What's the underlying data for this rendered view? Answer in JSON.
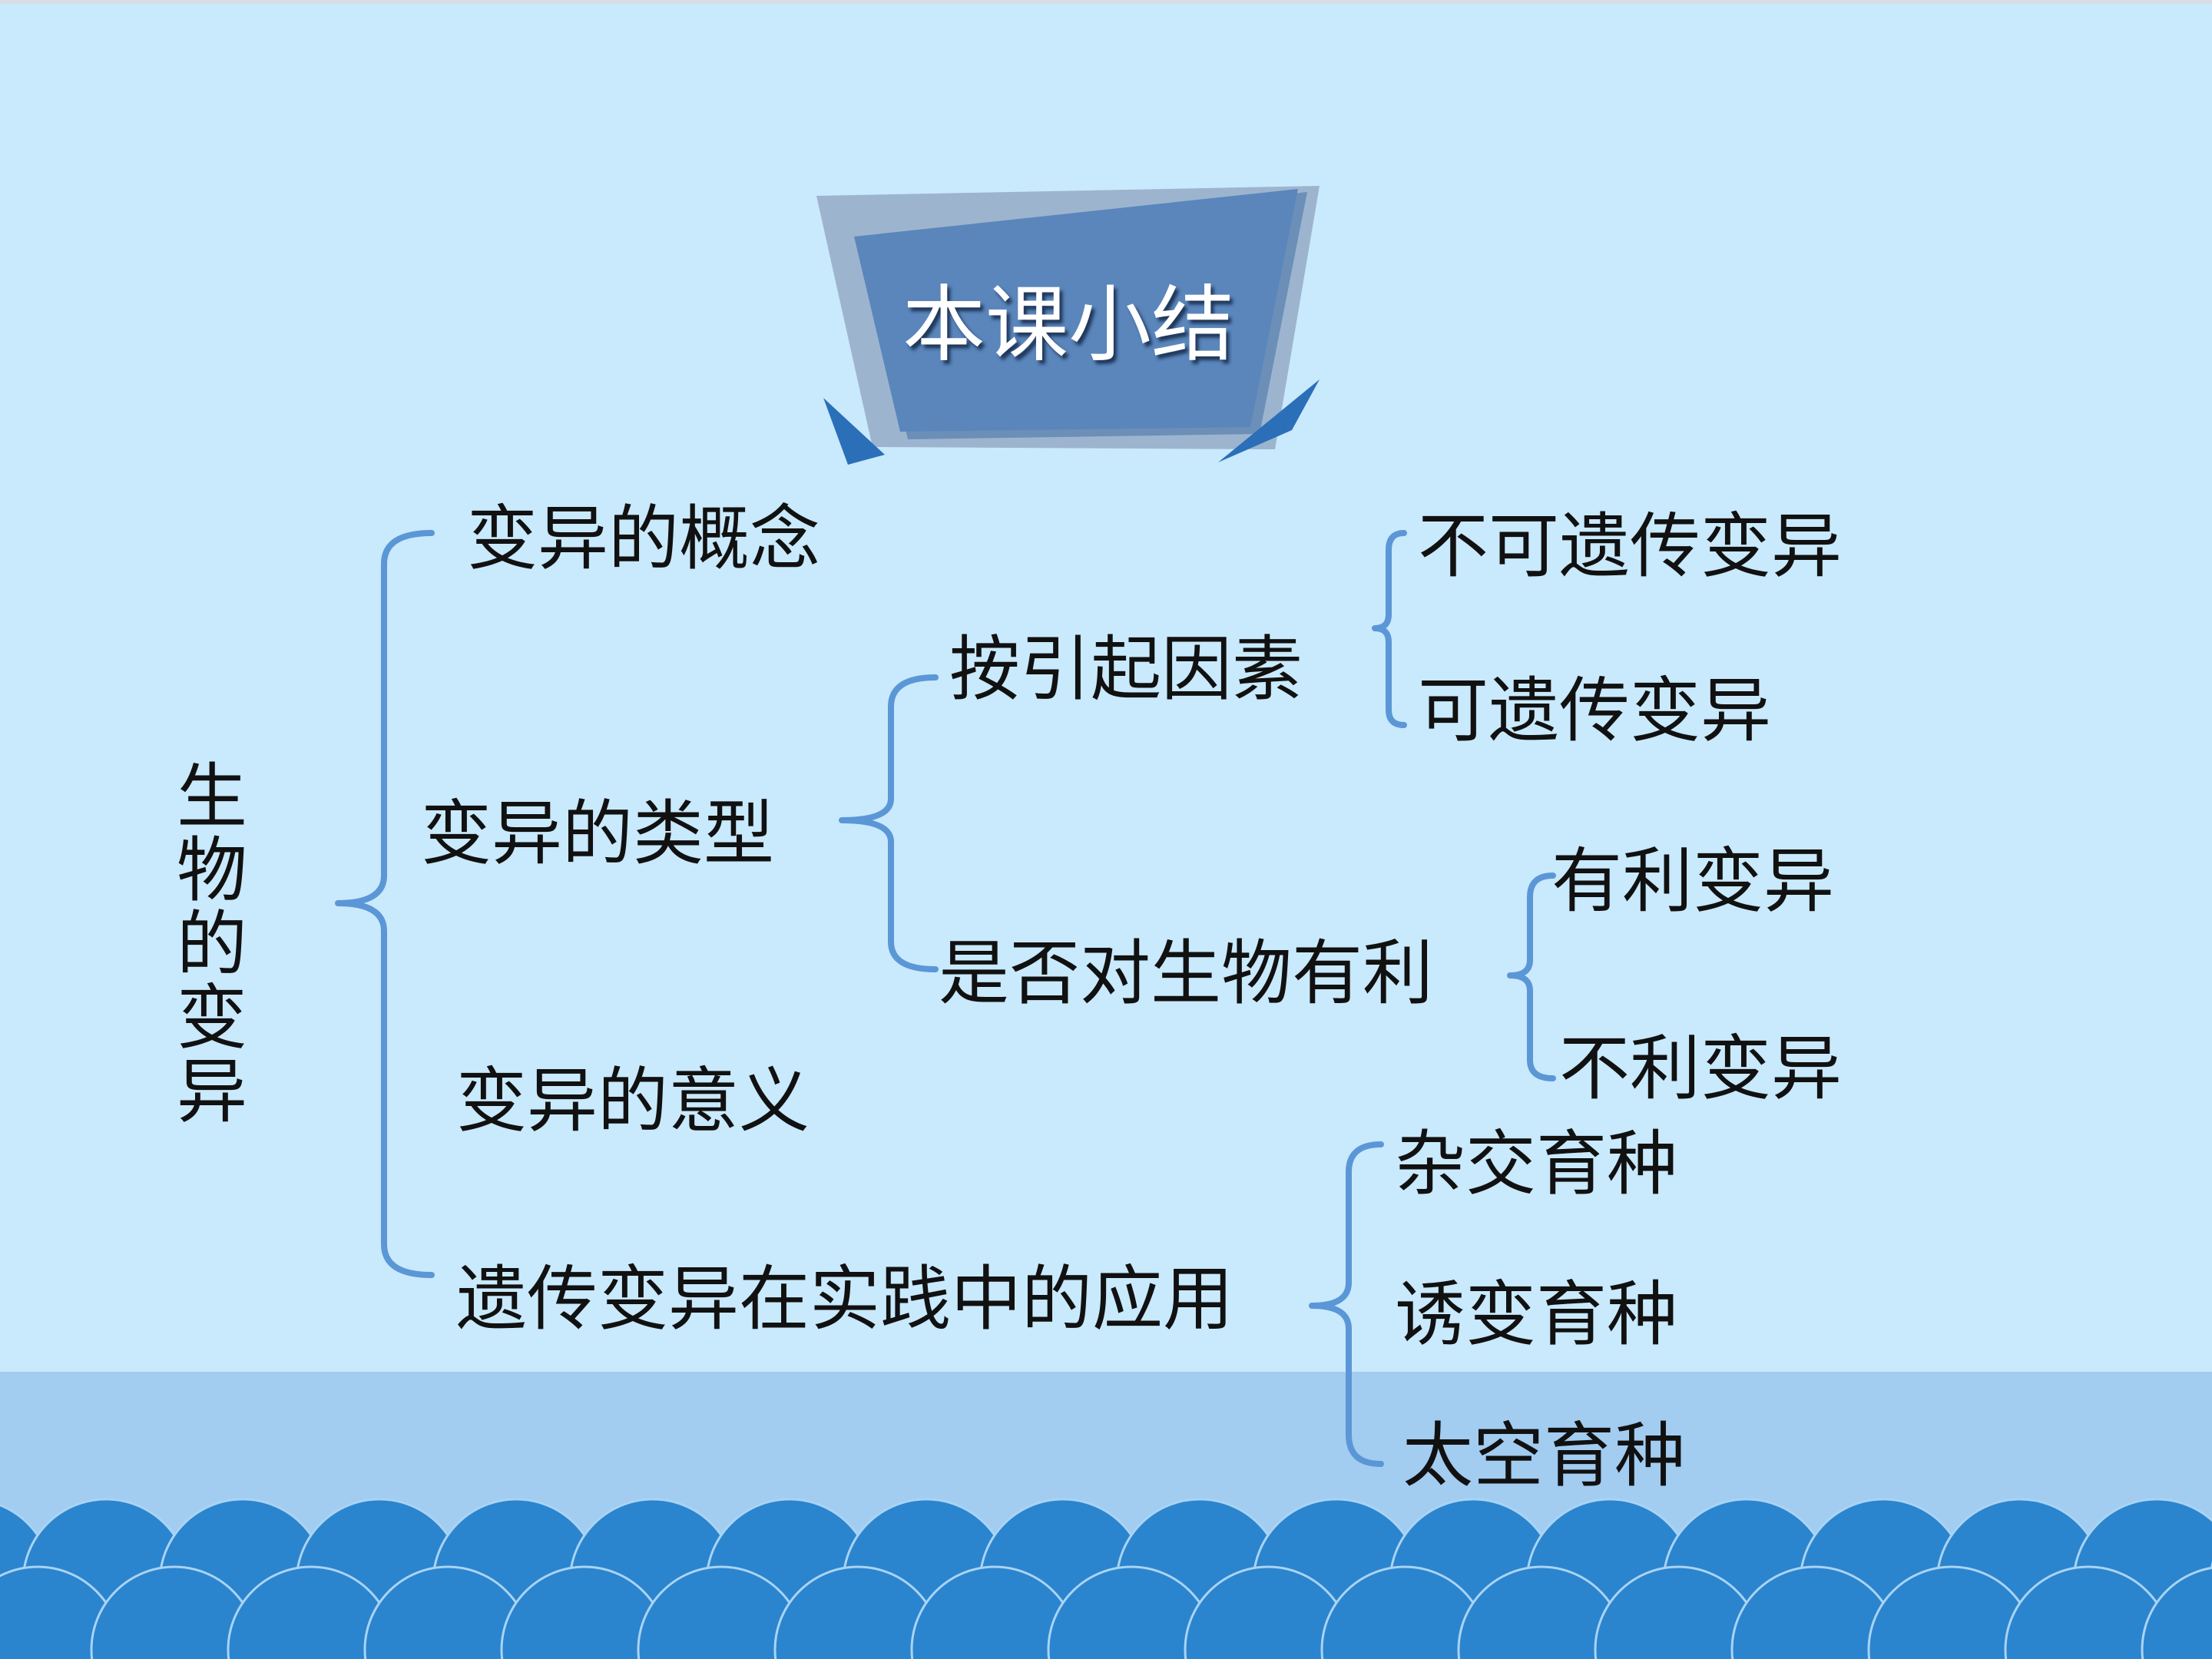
{
  "title": "本课小结",
  "root": "生物的变异",
  "branches": [
    {
      "label": "变异的概念"
    },
    {
      "label": "变异的类型",
      "children": [
        {
          "label": "按引起因素",
          "children": [
            "不可遗传变异",
            "可遗传变异"
          ]
        },
        {
          "label": "是否对生物有利",
          "children": [
            "有利变异",
            "不利变异"
          ]
        }
      ]
    },
    {
      "label": "变异的意义"
    },
    {
      "label": "遗传变异在实践中的应用",
      "children": [
        "杂交育种",
        "诱变育种",
        "太空育种"
      ]
    }
  ],
  "colors": {
    "background": "#c9e9fc",
    "bottom_band": "#a2ccf0",
    "waves": "#2b84ce",
    "bracket": "#5b97d6",
    "banner": "#5a86bc",
    "banner_shadow": "#9db4cf",
    "banner_corner": "#2a6fb8"
  }
}
